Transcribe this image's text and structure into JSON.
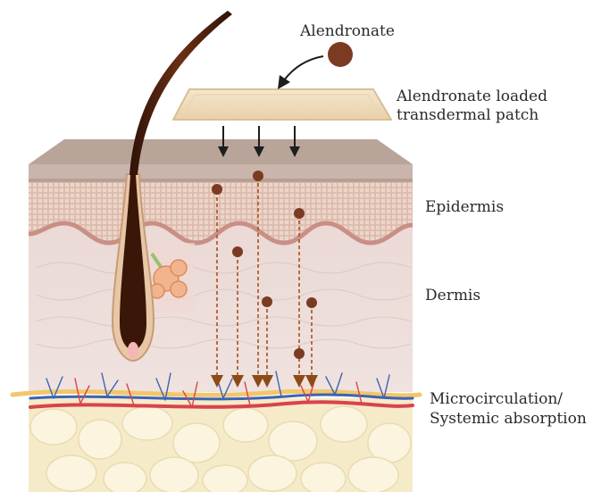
{
  "labels": {
    "drug": "Alendronate",
    "patch_line1": "Alendronate loaded",
    "patch_line2": "transdermal patch",
    "epidermis": "Epidermis",
    "dermis": "Dermis",
    "micro_line1": "Microcirculation/",
    "micro_line2": "Systemic absorption"
  },
  "colors": {
    "drug_particle": "#7a3b22",
    "patch": "#f1dfc2",
    "stratum": "#bfaaa0",
    "epidermis": "#e7cfc4",
    "dermis": "#ecdcd9",
    "artery": "#d9434b",
    "vein": "#3b63b6",
    "fat": "#f6ebc9",
    "hair": "#4a1e0d",
    "arrow": "#a8521b"
  },
  "icons": [
    "alendronate-particle",
    "transdermal-patch",
    "hair-follicle",
    "sebaceous-gland",
    "blood-vessels",
    "fat-layer"
  ]
}
